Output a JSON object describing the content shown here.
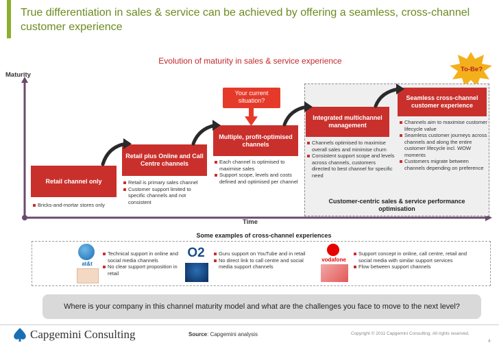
{
  "header": {
    "title": "True differentiation in sales & service can be achieved by offering a seamless, cross-channel customer experience"
  },
  "diagram": {
    "subtitle": "Evolution of maturity in sales & service experience",
    "y_axis_label": "Maturity",
    "x_axis_label": "Time",
    "to_be_label": "To-Be?",
    "callout": "Your current situation?",
    "target_caption": "Customer-centric sales & service performance optimisation",
    "stages": [
      {
        "label": "Retail channel only",
        "bullets": [
          "Bricks-and-mortar stores only"
        ]
      },
      {
        "label": "Retail plus Online and Call Centre channels",
        "bullets": [
          "Retail is primary sales channel",
          "Customer support limited to specific channels and not consistent"
        ]
      },
      {
        "label": "Multiple, profit-optimised channels",
        "bullets": [
          "Each channel is optimised to maximise sales",
          "Support scope, levels and costs defined and optimised per channel"
        ]
      },
      {
        "label": "Integrated multichannel management",
        "bullets": [
          "Channels optimised to maximise overall sales and minimise churn",
          "Consistent support scope and levels across channels, customers directed to best channel for specific need"
        ]
      },
      {
        "label": "Seamless cross-channel customer experience",
        "bullets": [
          "Channels aim to maximise customer lifecycle value",
          "Seamless customer journeys across channels and along the entire customer lifecycle incl. WOW moments",
          "Customers migrate between channels depending on preference"
        ]
      }
    ]
  },
  "examples": {
    "heading": "Some examples of cross-channel experiences",
    "companies": [
      {
        "logo": "at&t",
        "bullets": [
          "Technical support in online and social media channels",
          "No clear support proposition in retail"
        ]
      },
      {
        "logo": "O2",
        "bullets": [
          "Guru support on YouTube and in retail",
          "No direct link to call centre and social media support channels"
        ]
      },
      {
        "logo": "vodafone",
        "bullets": [
          "Support concept in online, call centre, retail and social media with similar support services",
          "Flow between support channels"
        ]
      }
    ]
  },
  "question": "Where is your company in this channel maturity model and what are the challenges you face to move to the next level?",
  "footer": {
    "brand": "Capgemini Consulting",
    "source_label": "Source",
    "source_text": ": Capgemini analysis",
    "copyright": "Copyright © 2011 Capgemini Consulting. All rights reserved.",
    "page": "4"
  },
  "colors": {
    "accent_red": "#c9302c",
    "title_green": "#6b8a1f",
    "to_be_yellow": "#f4b01b"
  }
}
